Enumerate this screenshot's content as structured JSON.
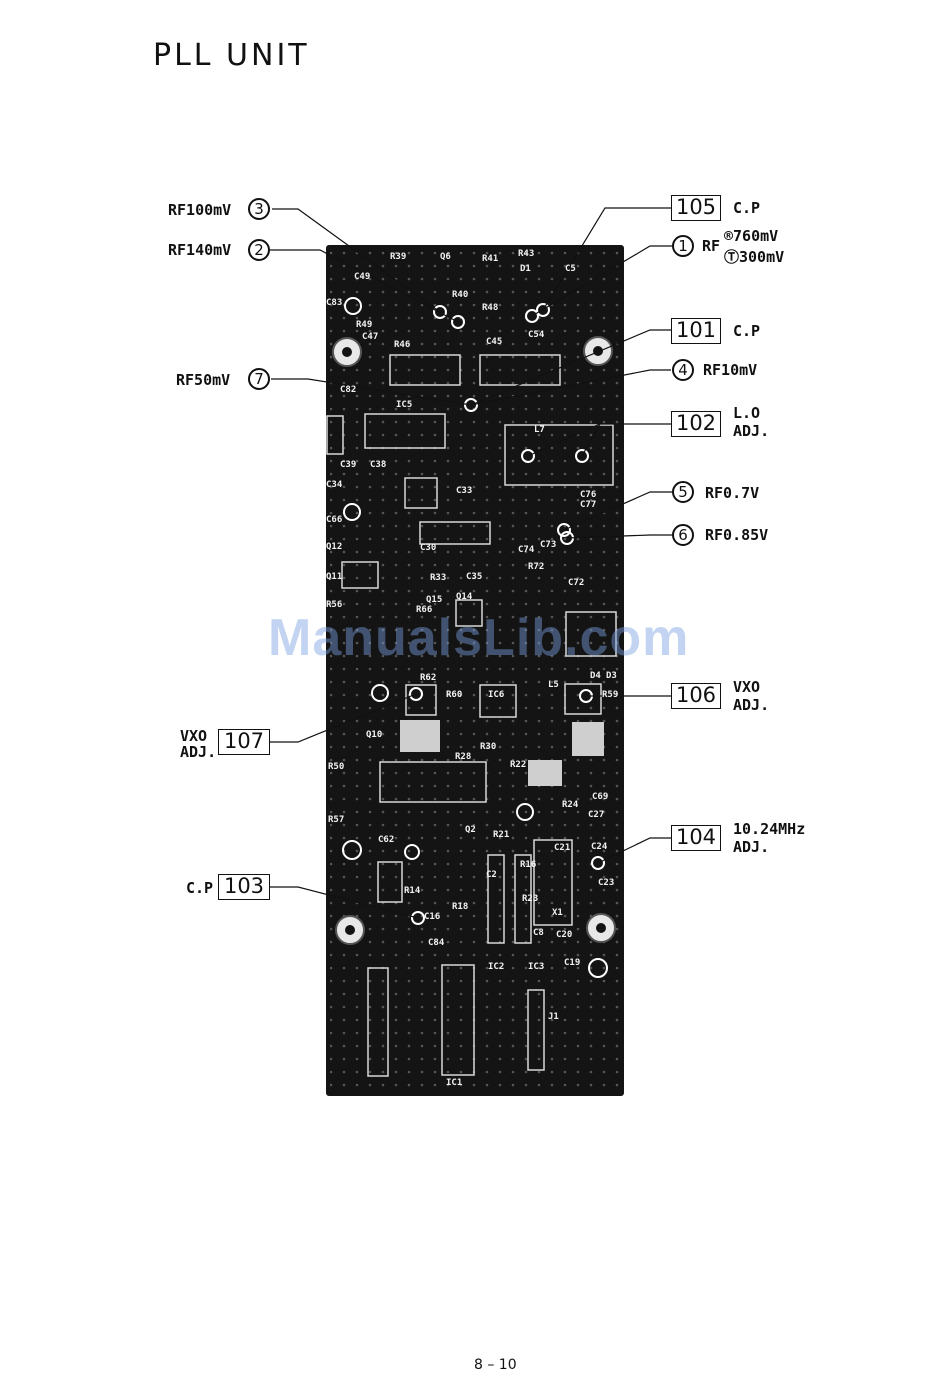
{
  "page": {
    "title": "PLL UNIT",
    "page_number": "8 – 10",
    "watermark": "ManualsLib.com"
  },
  "left_callouts": [
    {
      "id": "c3",
      "text": "RF100mV",
      "marker": "3"
    },
    {
      "id": "c2",
      "text": "RF140mV",
      "marker": "2"
    },
    {
      "id": "c7",
      "text": "RF50mV",
      "marker": "7"
    }
  ],
  "left_adj": [
    {
      "id": "b107",
      "line1": "VXO",
      "line2": "ADJ.",
      "box": "107"
    },
    {
      "id": "b103",
      "line1": "C.P",
      "line2": "",
      "box": "103"
    }
  ],
  "right_callouts": [
    {
      "id": "b105",
      "box": "105",
      "line1": "C.P",
      "line2": ""
    },
    {
      "id": "b101",
      "box": "101",
      "line1": "C.P",
      "line2": ""
    },
    {
      "id": "b102",
      "box": "102",
      "line1": "L.O",
      "line2": "ADJ."
    },
    {
      "id": "b106",
      "box": "106",
      "line1": "VXO",
      "line2": "ADJ."
    },
    {
      "id": "b104",
      "box": "104",
      "line1": "10.24MHz",
      "line2": "ADJ."
    }
  ],
  "right_points": [
    {
      "id": "c1",
      "marker": "1",
      "prefix": "RF",
      "line1": "®760mV",
      "line2": "Ⓣ300mV"
    },
    {
      "id": "c4",
      "marker": "4",
      "text": "RF10mV"
    },
    {
      "id": "c5",
      "marker": "5",
      "text": "RF0.7V"
    },
    {
      "id": "c6",
      "marker": "6",
      "text": "RF0.85V"
    }
  ],
  "board_labels": [
    "R39",
    "Q6",
    "R41",
    "R43",
    "D1",
    "C5",
    "C49",
    "R40",
    "C83",
    "R49",
    "C47",
    "R46",
    "R48",
    "C54",
    "C45",
    "C82",
    "IC5",
    "L7",
    "C39",
    "C38",
    "C34",
    "C66",
    "Q12",
    "Q11",
    "R56",
    "C76",
    "C77",
    "C74",
    "C73",
    "C30",
    "C33",
    "R33",
    "C35",
    "Q14",
    "Q15",
    "R72",
    "C72",
    "R66",
    "R62",
    "IC6",
    "D4",
    "D3",
    "L5",
    "R59",
    "R60",
    "Q10",
    "R50",
    "R57",
    "C62",
    "R14",
    "C16",
    "C84",
    "C24",
    "C23",
    "C69",
    "C27",
    "R24",
    "C21",
    "X1",
    "R16",
    "R23",
    "C20",
    "IC2",
    "IC3",
    "C19",
    "IC1",
    "J1",
    "R28",
    "R30",
    "R22",
    "Q2",
    "R18",
    "R21",
    "C8",
    "C2"
  ]
}
